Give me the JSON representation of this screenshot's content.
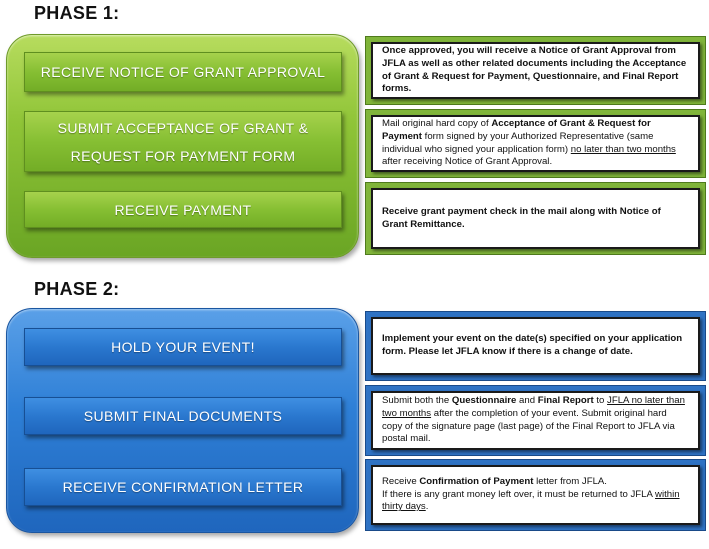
{
  "phases": [
    {
      "title": "PHASE 1:",
      "steps": [
        {
          "label": "Receive notice of grant approval"
        },
        {
          "label": "Submit acceptance of grant & request for payment form"
        },
        {
          "label": "Receive payment"
        }
      ],
      "notes": [
        {
          "text": "Once approved, you will receive a Notice of Grant Approval from JFLA as well as other related documents including the Acceptance of Grant & Request for Payment, Questionnaire, and Final Report forms."
        },
        {
          "t1": "Mail original hard copy of ",
          "t2": "Acceptance of Grant & Request for Payment",
          "t3": " form signed by your Authorized Representative (same individual who signed your application form) ",
          "t4": "no later than two months",
          "t5": " after receiving Notice of Grant Approval."
        },
        {
          "text": "Receive grant payment check in the mail along with Notice of Grant Remittance."
        }
      ]
    },
    {
      "title": "PHASE 2:",
      "steps": [
        {
          "label": "Hold your event!"
        },
        {
          "label": "Submit final documents"
        },
        {
          "label": "Receive confirmation letter"
        }
      ],
      "notes": [
        {
          "text": "Implement your event on the date(s) specified on your application form. Please let JFLA know if there is a change of date."
        },
        {
          "t1": "Submit both the ",
          "t2": "Questionnaire",
          "t3": " and ",
          "t4": "Final Report",
          "t5": " to ",
          "t6": "JFLA no later than two months",
          "t7": " after the completion of your event. Submit original hard copy of the signature page (last page) of the Final Report to JFLA via postal mail."
        },
        {
          "t1": "Receive ",
          "t2": "Confirmation of Payment",
          "t3": " letter from JFLA.",
          "t4": "If there is any grant money left over, it must be returned to JFLA ",
          "t5": "within thirty days",
          "t6": "."
        }
      ]
    }
  ],
  "colors": {
    "phase1_accent": "#8fc437",
    "phase2_accent": "#2e7fd6"
  }
}
